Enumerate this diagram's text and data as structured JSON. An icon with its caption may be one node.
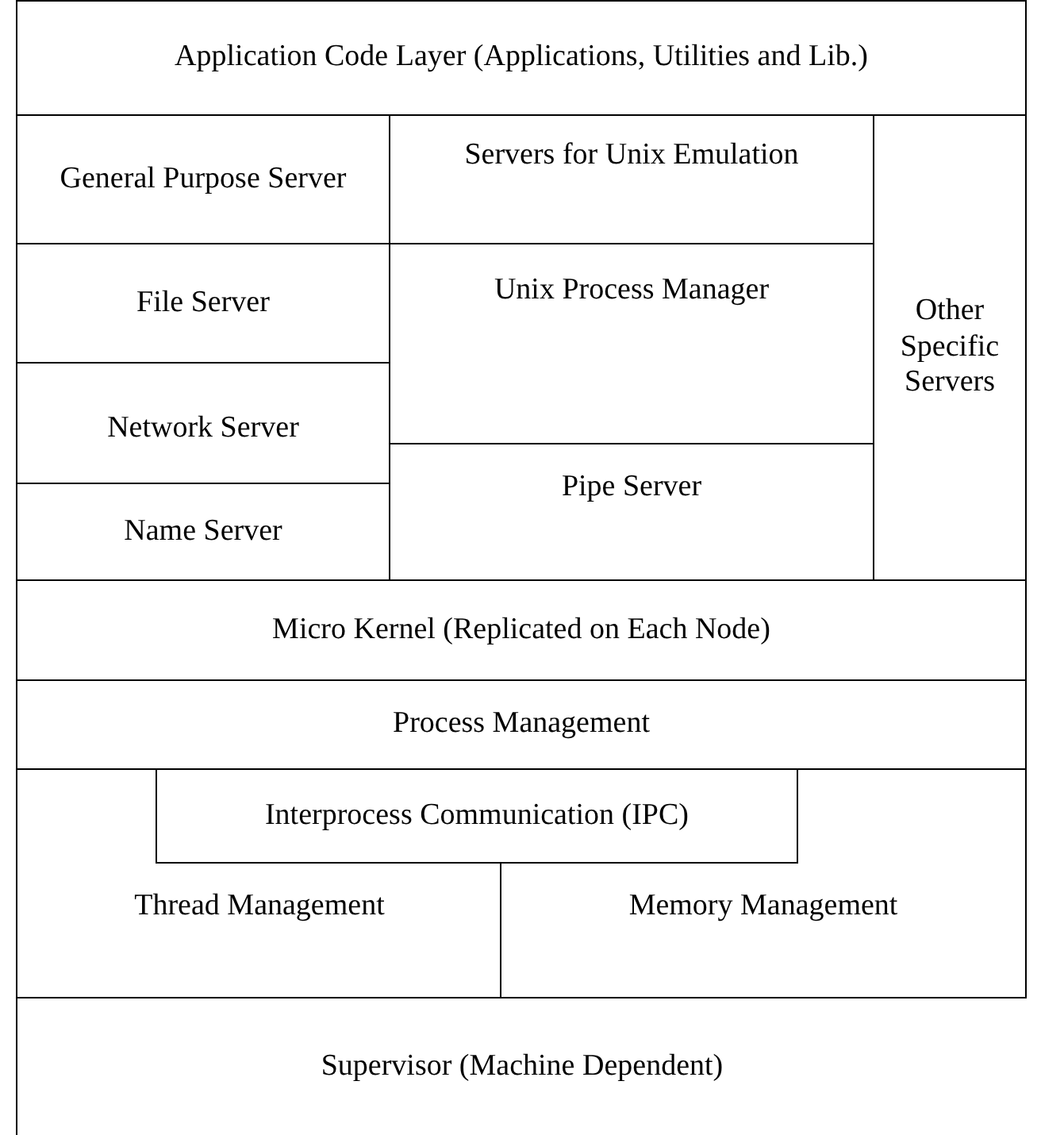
{
  "diagram": {
    "nodes": [
      {
        "text": [
          "Application Code Layer (Applications, Utilities and Lib.)"
        ]
      },
      {
        "text": [
          "General Purpose Server"
        ]
      },
      {
        "text": [
          "Servers for Unix Emulation"
        ]
      },
      {
        "text": [
          "Other Specific Servers"
        ]
      },
      {
        "text": [
          "File Server"
        ]
      },
      {
        "text": [
          "Unix Process Manager"
        ]
      },
      {
        "text": [
          "Network Server"
        ]
      },
      {
        "text": [
          "Pipe Server"
        ]
      },
      {
        "text": [
          "Name Server"
        ]
      },
      {
        "text": [
          "Micro Kernel (Replicated on Each Node)"
        ]
      },
      {
        "text": [
          "Process Management"
        ]
      },
      {
        "text": [
          "Interprocess Communication (IPC)"
        ]
      },
      {
        "text": [
          "Thread Management"
        ]
      },
      {
        "text": [
          "Memory Management"
        ]
      },
      {
        "text": [
          "Supervisor (Machine Dependent)"
        ]
      }
    ]
  }
}
